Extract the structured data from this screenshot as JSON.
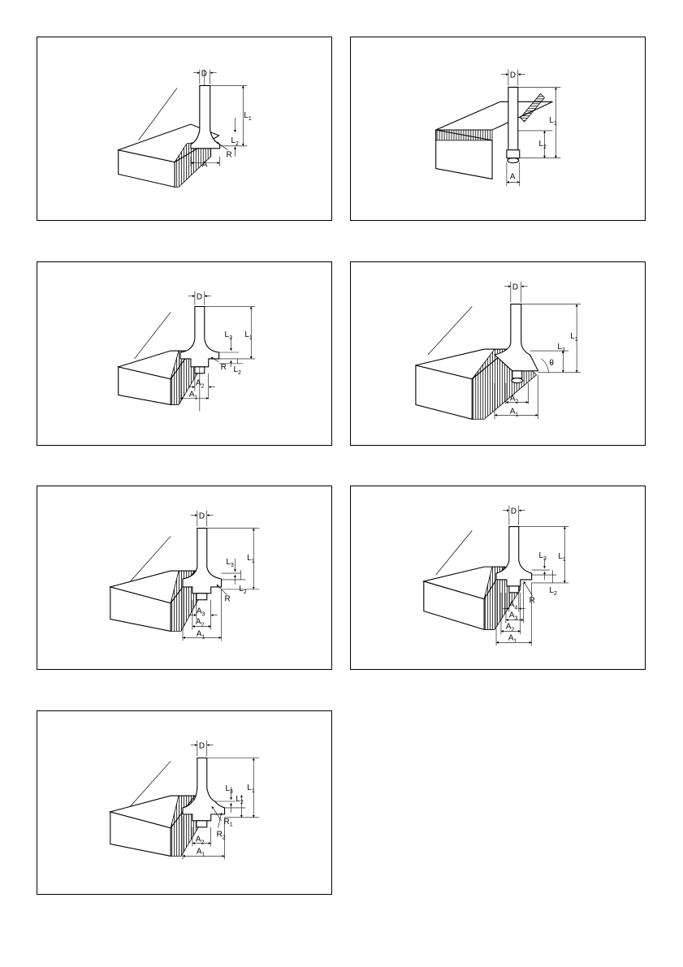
{
  "figures": [
    {
      "id": "fig1",
      "labels": {
        "d": "D",
        "l1": "L",
        "l1_sub": "1",
        "l2": "L",
        "l2_sub": "2",
        "r": "R",
        "a": "A"
      }
    },
    {
      "id": "fig2",
      "labels": {
        "d": "D",
        "l1": "L",
        "l1_sub": "1",
        "l2": "L",
        "l2_sub": "2",
        "a": "A"
      }
    },
    {
      "id": "fig3",
      "labels": {
        "d": "D",
        "l1": "L",
        "l1_sub": "1",
        "l2": "L",
        "l2_sub": "2",
        "l3": "L",
        "l3_sub": "3",
        "r": "R",
        "a1": "A",
        "a1_sub": "1",
        "a2": "A",
        "a2_sub": "2"
      }
    },
    {
      "id": "fig4",
      "labels": {
        "d": "D",
        "l1": "L",
        "l1_sub": "1",
        "l2": "L",
        "l2_sub": "2",
        "theta": "θ",
        "a1": "A",
        "a1_sub": "1",
        "a2": "A",
        "a2_sub": "2"
      }
    },
    {
      "id": "fig5",
      "labels": {
        "d": "D",
        "l1": "L",
        "l1_sub": "1",
        "l2": "L",
        "l2_sub": "2",
        "l3": "L",
        "l3_sub": "3",
        "r": "R",
        "a1": "A",
        "a1_sub": "1",
        "a2": "A",
        "a2_sub": "2",
        "a3": "A",
        "a3_sub": "3"
      }
    },
    {
      "id": "fig6",
      "labels": {
        "d": "D",
        "l1": "L",
        "l1_sub": "1",
        "l2": "L",
        "l2_sub": "2",
        "l3": "L",
        "l3_sub": "3",
        "r": "R",
        "a1": "A",
        "a1_sub": "1",
        "a2": "A",
        "a2_sub": "2",
        "a3": "A",
        "a3_sub": "3",
        "a4": "A",
        "a4_sub": "4"
      }
    },
    {
      "id": "fig7",
      "labels": {
        "d": "D",
        "l1": "L",
        "l1_sub": "1",
        "l2": "L",
        "l2_sub": "2",
        "l3": "L",
        "l3_sub": "3",
        "r1": "R",
        "r1_sub": "1",
        "r2": "R",
        "r2_sub": "2",
        "a1": "A",
        "a1_sub": "1",
        "a2": "A",
        "a2_sub": "2"
      }
    }
  ]
}
